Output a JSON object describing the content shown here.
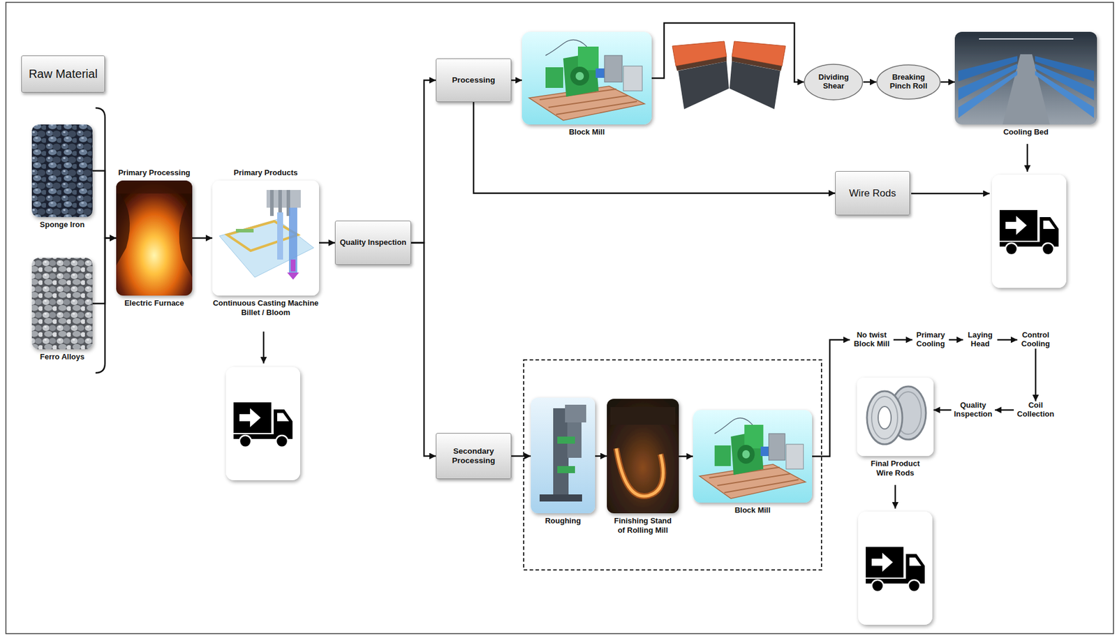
{
  "diagram": {
    "nodes": [
      {
        "text": [
          "Raw Material"
        ]
      },
      {
        "text": [
          "Sponge Iron"
        ]
      },
      {
        "text": [
          "Ferro Alloys"
        ]
      },
      {
        "text": [
          "Primary Processing",
          "Electric Furnace"
        ]
      },
      {
        "text": [
          "Primary Products",
          "Continuous Casting Machine Billet / Bloom"
        ]
      },
      {
        "text": [
          "Quality Inspection"
        ]
      },
      {
        "text": [
          "Processing"
        ]
      },
      {
        "text": [
          "Block Mill"
        ]
      },
      {
        "text": [
          "Dividing Shear"
        ]
      },
      {
        "text": [
          "Breaking Pinch Roll"
        ]
      },
      {
        "text": [
          "Cooling Bed"
        ]
      },
      {
        "text": [
          "Wire Rods"
        ]
      },
      {
        "text": [
          "Secondary Processing"
        ]
      },
      {
        "text": [
          "Roughing"
        ]
      },
      {
        "text": [
          "Finishing Stand of Rolling Mill"
        ]
      },
      {
        "text": [
          "Block Mill"
        ]
      },
      {
        "text": [
          "No twist Block Mill"
        ]
      },
      {
        "text": [
          "Primary Cooling"
        ]
      },
      {
        "text": [
          "Laying Head"
        ]
      },
      {
        "text": [
          "Control Cooling"
        ]
      },
      {
        "text": [
          "Coil Collection"
        ]
      },
      {
        "text": [
          "Quality Inspection"
        ]
      },
      {
        "text": [
          "Final Product Wire Rods"
        ]
      }
    ],
    "edges": [
      {
        "from": 1,
        "to": 3,
        "arrow": "to"
      },
      {
        "from": 2,
        "to": 3,
        "arrow": "to"
      },
      {
        "from": 3,
        "to": 4,
        "arrow": "to"
      },
      {
        "from": 4,
        "to": 5,
        "arrow": "to"
      },
      {
        "from": 5,
        "to": 6,
        "arrow": "to"
      },
      {
        "from": 5,
        "to": 12,
        "arrow": "to"
      },
      {
        "from": 6,
        "to": 7,
        "arrow": "to"
      },
      {
        "from": 7,
        "to": 8,
        "arrow": "to"
      },
      {
        "from": 8,
        "to": 9,
        "arrow": "to"
      },
      {
        "from": 9,
        "to": 10,
        "arrow": "to"
      },
      {
        "from": 6,
        "to": 11,
        "arrow": "to"
      },
      {
        "from": 12,
        "to": 13,
        "arrow": "to"
      },
      {
        "from": 13,
        "to": 14,
        "arrow": "to"
      },
      {
        "from": 14,
        "to": 15,
        "arrow": "to"
      },
      {
        "from": 15,
        "to": 16,
        "arrow": "to"
      },
      {
        "from": 16,
        "to": 17,
        "arrow": "to"
      },
      {
        "from": 17,
        "to": 18,
        "arrow": "to"
      },
      {
        "from": 18,
        "to": 19,
        "arrow": "to"
      },
      {
        "from": 19,
        "to": 20,
        "arrow": "to"
      },
      {
        "from": 20,
        "to": 21,
        "arrow": "to"
      },
      {
        "from": 21,
        "to": 22,
        "arrow": "to"
      }
    ]
  }
}
